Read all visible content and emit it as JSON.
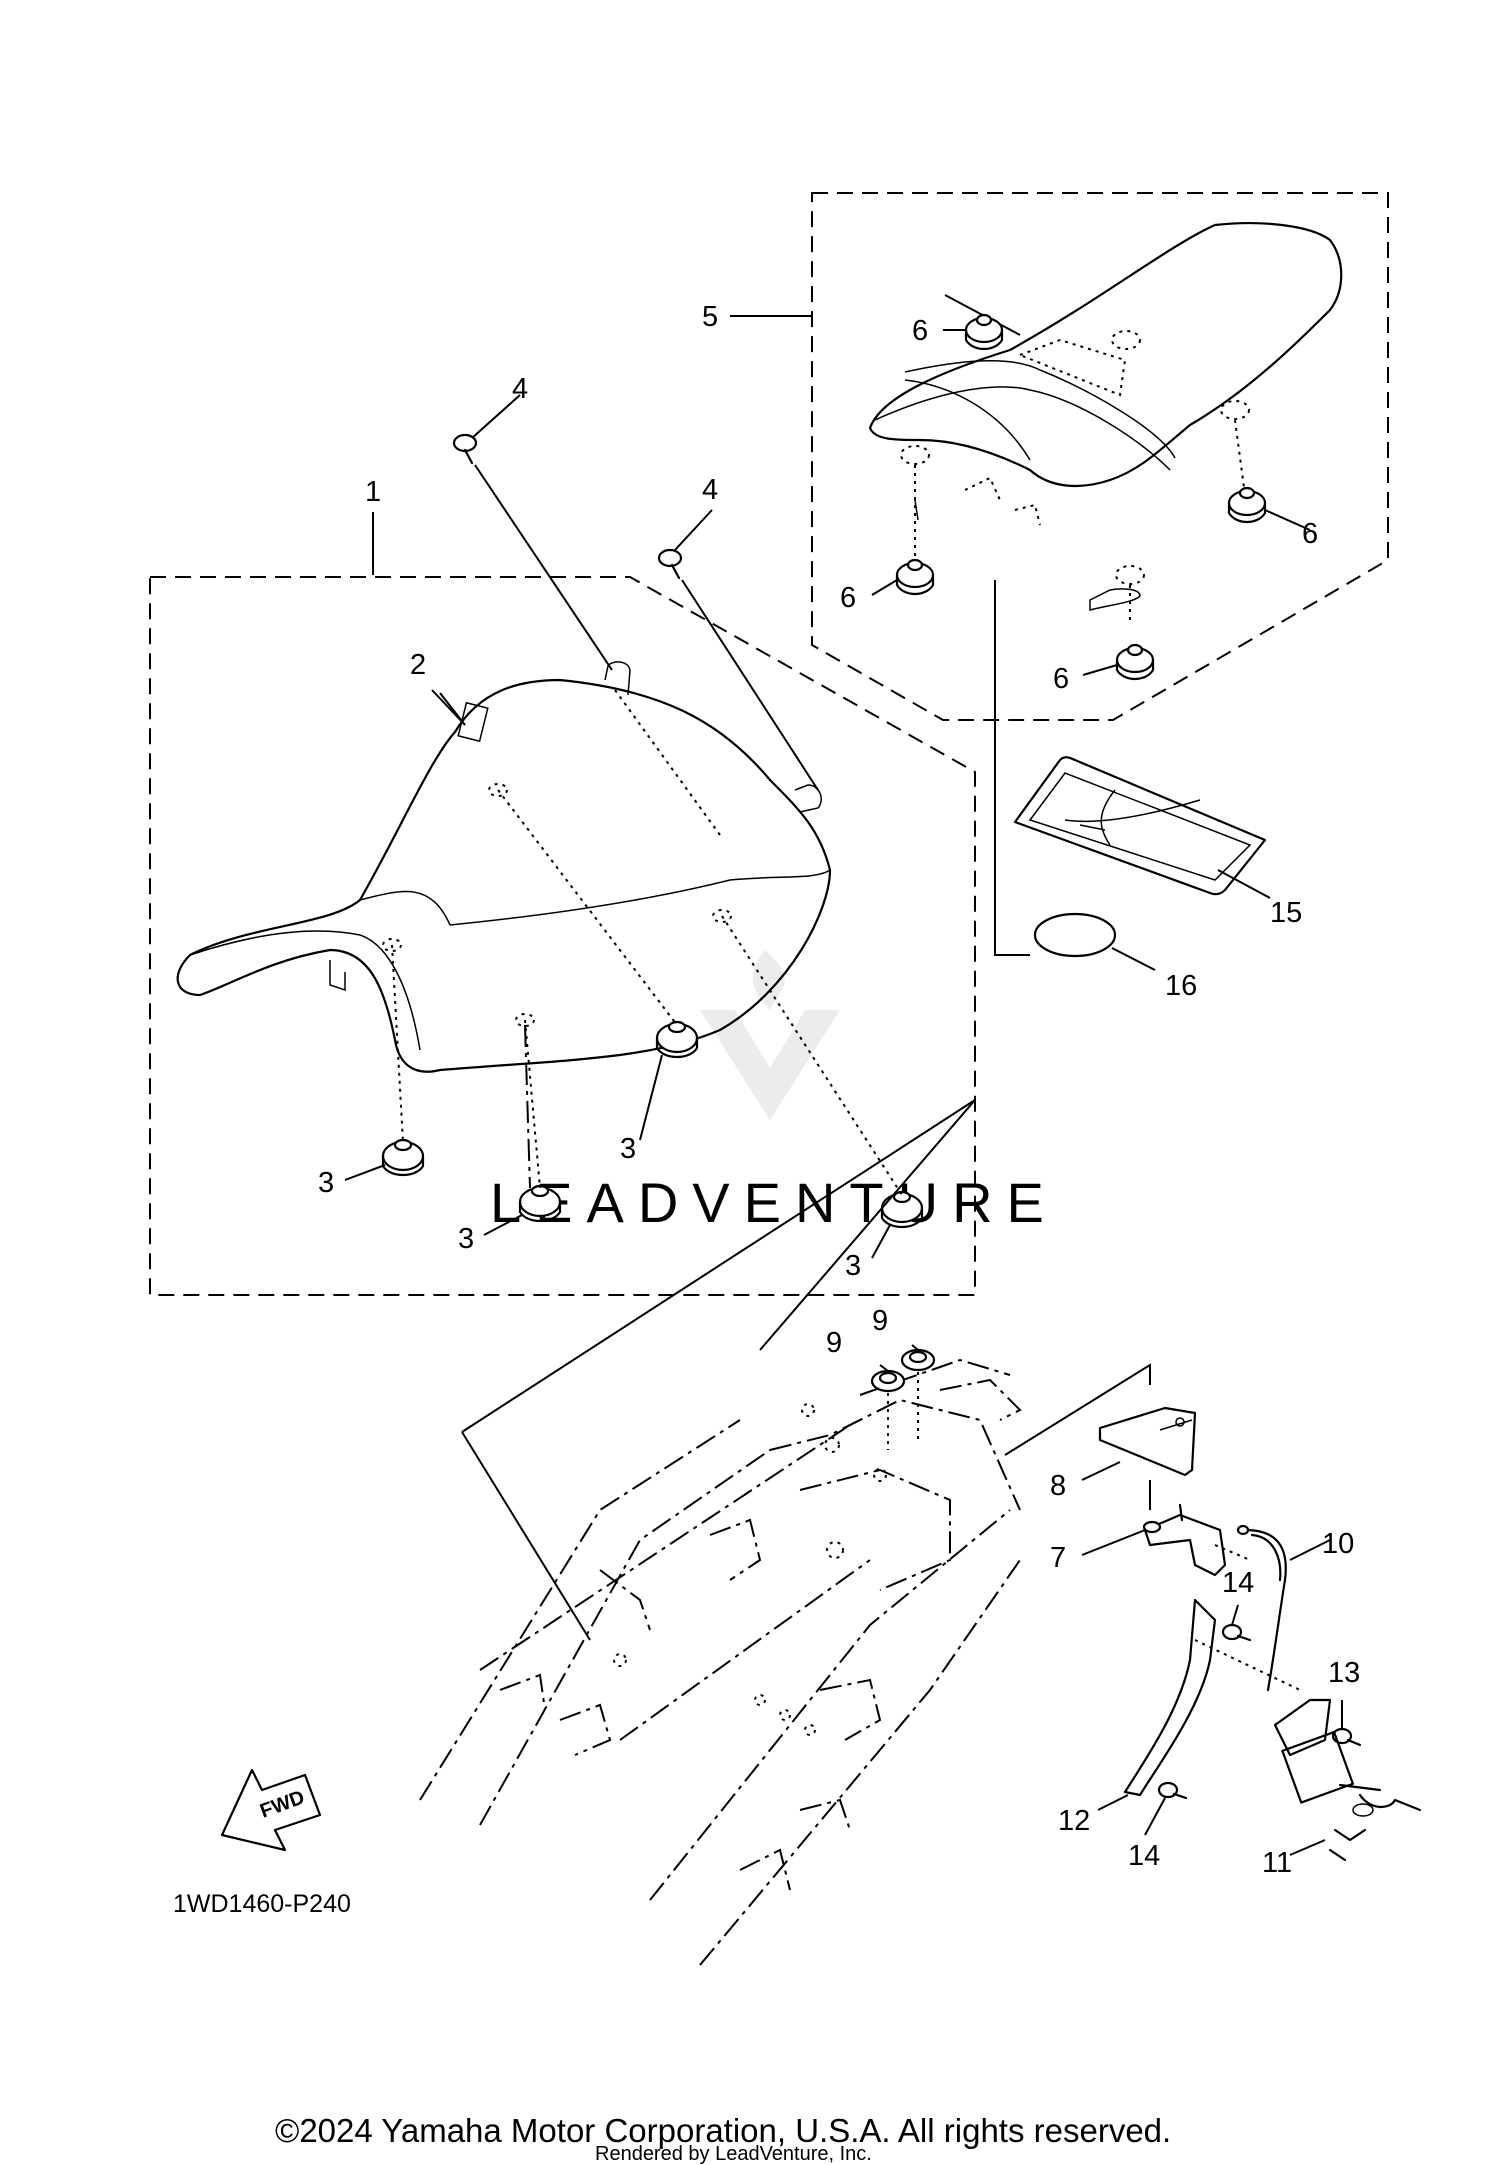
{
  "diagram": {
    "reference_code": "1WD1460-P240",
    "fwd_label": "FWD",
    "watermark_text": "LEADVENTURE",
    "copyright": "©2024 Yamaha Motor Corporation, U.S.A. All rights reserved.",
    "rendered_by": "Rendered by LeadVenture, Inc.",
    "callouts": {
      "c1": "1",
      "c2": "2",
      "c3a": "3",
      "c3b": "3",
      "c3c": "3",
      "c3d": "3",
      "c4a": "4",
      "c4b": "4",
      "c5": "5",
      "c6a": "6",
      "c6b": "6",
      "c6c": "6",
      "c6d": "6",
      "c7": "7",
      "c8": "8",
      "c9a": "9",
      "c9b": "9",
      "c10": "10",
      "c11": "11",
      "c12": "12",
      "c13": "13",
      "c14a": "14",
      "c14b": "14",
      "c15": "15",
      "c16": "16"
    }
  }
}
